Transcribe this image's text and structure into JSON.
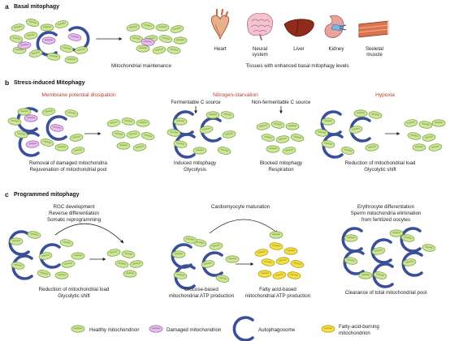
{
  "colors": {
    "healthy_fill": "#cfe5a0",
    "healthy_stroke": "#7ea83a",
    "damaged_fill": "#e6c1ec",
    "damaged_stroke": "#a46ab0",
    "phagosome": "#3a4f9a",
    "fatty_fill": "#f2e14a",
    "fatty_stroke": "#b59c10",
    "section_red": "#c0392b",
    "text": "#222222"
  },
  "panel_a": {
    "letter": "a",
    "title": "Basal mitophagy",
    "caption": "Mitochondrial maintenance",
    "tissues": [
      {
        "name": "Heart",
        "icon": "heart-icon"
      },
      {
        "name": "Neural system",
        "icon": "brain-icon"
      },
      {
        "name": "Liver",
        "icon": "liver-icon"
      },
      {
        "name": "Kidney",
        "icon": "kidney-icon"
      },
      {
        "name": "Skeletal muscle",
        "icon": "muscle-icon"
      }
    ],
    "tissues_caption": "Tissues with enhanced basal mitophagy levels"
  },
  "panel_b": {
    "letter": "b",
    "title": "Stress-induced Mitophagy",
    "membrane": {
      "heading": "Membrane potential dissipation",
      "caption1": "Removal of damaged mitochondria",
      "caption2": "Rejuvenation of mitochondrial pool"
    },
    "nitrogen": {
      "heading": "Nitrogen-starvation",
      "ferm_label": "Fermentable C source",
      "nonferm_label": "Non-fermentable C source",
      "induced1": "Induced mitophagy",
      "induced2": "Glycolysis",
      "blocked1": "Blocked mitophagy",
      "blocked2": "Respiration"
    },
    "hypoxia": {
      "heading": "Hypoxia",
      "caption1": "Reduction of mitochondrial load",
      "caption2": "Glycolytic shift"
    }
  },
  "panel_c": {
    "letter": "c",
    "title": "Programmed mitophagy",
    "rgc": {
      "line1": "RGC development",
      "line2": "Reverse differentiation",
      "line3": "Somatic reprogramming",
      "caption1": "Reduction of mitochondrial load",
      "caption2": "Glycolytic shift"
    },
    "cardio": {
      "heading": "Cardiomyocyte maturation",
      "glucose1": "Glucose-based",
      "glucose2": "mitochondrial ATP production",
      "fatty1": "Fatty acid-based",
      "fatty2": "mitochondrial ATP production"
    },
    "erythro": {
      "line1": "Erythrocyte differentiation",
      "line2": "Sperm mitochondria elimination",
      "line3": "from fertilized oocytes",
      "caption": "Clearance of total mitochondrial pool"
    }
  },
  "legend": {
    "healthy": "Healthy mitochondrion",
    "damaged": "Damaged mitochondrion",
    "autophagosome": "Autophagosome",
    "fatty1": "Fatty-acid-burning",
    "fatty2": "mitochondrion"
  }
}
